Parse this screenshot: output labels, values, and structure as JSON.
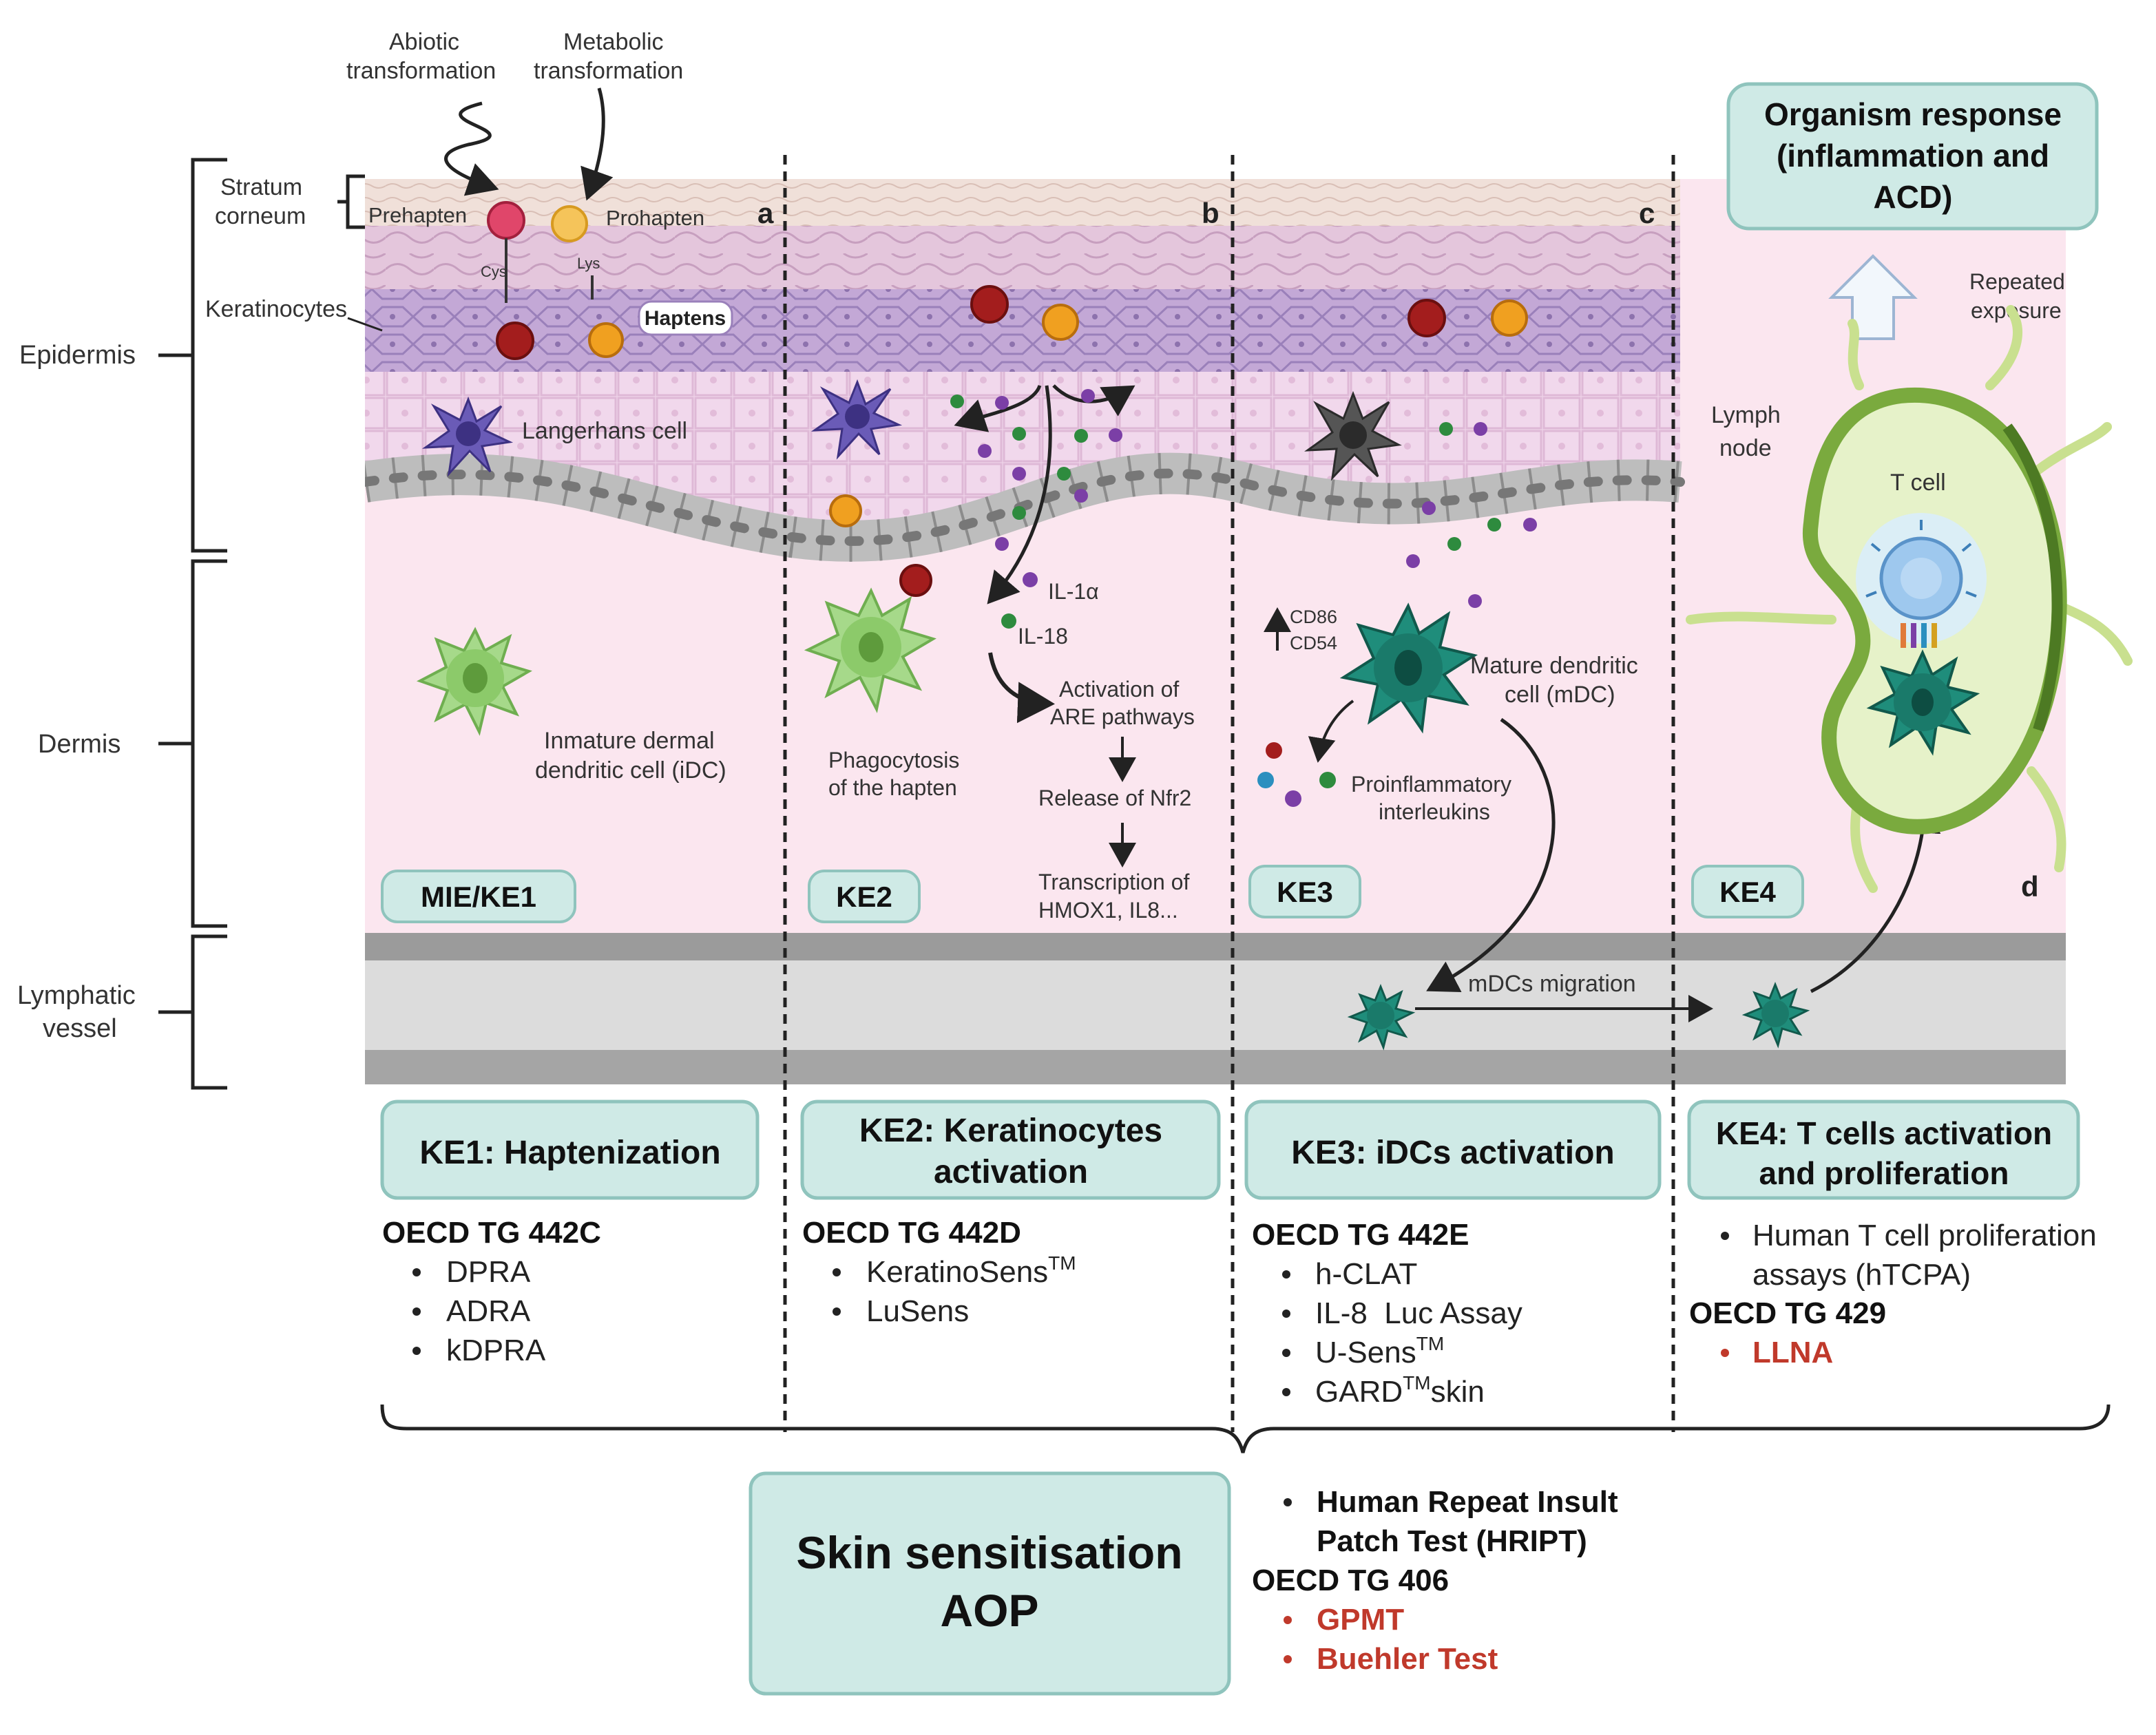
{
  "top": {
    "abiotic": [
      "Abiotic",
      "transformation"
    ],
    "metabolic": [
      "Metabolic",
      "transformation"
    ],
    "stratum": [
      "Stratum",
      "corneum"
    ],
    "prehapten": "Prehapten",
    "prohapten": "Prohapten",
    "cys": "Cys",
    "lys": "Lys",
    "haptens": "Haptens",
    "keratinocytes": "Keratinocytes",
    "langerhans": "Langerhans cell"
  },
  "layers": {
    "epidermis": "Epidermis",
    "dermis": "Dermis",
    "lymphatic": [
      "Lymphatic",
      "vessel"
    ]
  },
  "panel_letters": [
    "a",
    "b",
    "c",
    "d"
  ],
  "panels": {
    "a": {
      "idc": [
        "Inmature dermal",
        "dendritic cell (iDC)"
      ],
      "badge": "MIE/KE1"
    },
    "b": {
      "il1a": "IL-1α",
      "il18": "IL-18",
      "phago": [
        "Phagocytosis",
        "of the hapten"
      ],
      "activation": [
        "Activation of",
        "ARE pathways"
      ],
      "release": "Release of Nfr2",
      "transcription": [
        "Transcription of",
        "HMOX1, IL8..."
      ],
      "badge": "KE2"
    },
    "c": {
      "markers": [
        "CD86",
        "CD54"
      ],
      "mdc": [
        "Mature dendritic",
        "cell (mDC)"
      ],
      "pro": [
        "Proinflammatory",
        "interleukins"
      ],
      "badge": "KE3"
    },
    "d": {
      "lymph": [
        "Lymph",
        "node"
      ],
      "tcell": "T cell",
      "repeated": [
        "Repeated",
        "exposure"
      ],
      "organism": [
        "Organism response",
        "(inflammation and",
        "ACD)"
      ],
      "badge": "KE4"
    }
  },
  "migration": "mDCs migration",
  "boxes": {
    "ke1": [
      "KE1: Haptenization"
    ],
    "ke2": [
      "KE2: Keratinocytes",
      "activation"
    ],
    "ke3": [
      "KE3: iDCs activation"
    ],
    "ke4": [
      "KE4: T cells activation",
      "and proliferation"
    ]
  },
  "tests": {
    "ke1": {
      "guideline": "OECD TG 442C",
      "items": [
        "DPRA",
        "ADRA",
        "kDPRA"
      ]
    },
    "ke2": {
      "guideline": "OECD TG 442D",
      "items": [
        {
          "text": "KeratinoSens",
          "sup": "TM"
        },
        {
          "text": "LuSens",
          "sup": ""
        }
      ]
    },
    "ke3": {
      "guideline": "OECD TG 442E",
      "items": [
        {
          "text": "h-CLAT",
          "sup": "",
          "after": ""
        },
        {
          "text": "IL-8  Luc Assay",
          "sup": "",
          "after": ""
        },
        {
          "text": "U-Sens",
          "sup": "TM",
          "after": ""
        },
        {
          "text": "GARD",
          "sup": "TM",
          "after": "skin"
        }
      ]
    },
    "ke4": {
      "item": [
        "Human T cell proliferation",
        "assays (hTCPA)"
      ],
      "guideline": "OECD TG 429",
      "red_item": "LLNA"
    }
  },
  "aop": {
    "title": [
      "Skin sensitisation",
      "AOP"
    ],
    "human": [
      "Human Repeat Insult",
      "Patch Test (HRIPT)"
    ],
    "guideline": "OECD TG 406",
    "red_items": [
      "GPMT",
      "Buehler Test"
    ]
  },
  "colors": {
    "badge_fill": "#cfeae6",
    "badge_stroke": "#8fc4bd",
    "skin_bg": "#fbe6ef",
    "stratum": "#ecd5cf",
    "keratin": "#cdb2d8",
    "basal": "#d4d4d4",
    "red_text": "#c0392b",
    "hapten_red": "#a31d1d",
    "hapten_orange": "#f0a020",
    "langerhans": "#6a5bb7",
    "idc_green": "#9ed67c",
    "mdc_teal": "#1f8d7b",
    "lymph_node": "#7aaa3e"
  }
}
